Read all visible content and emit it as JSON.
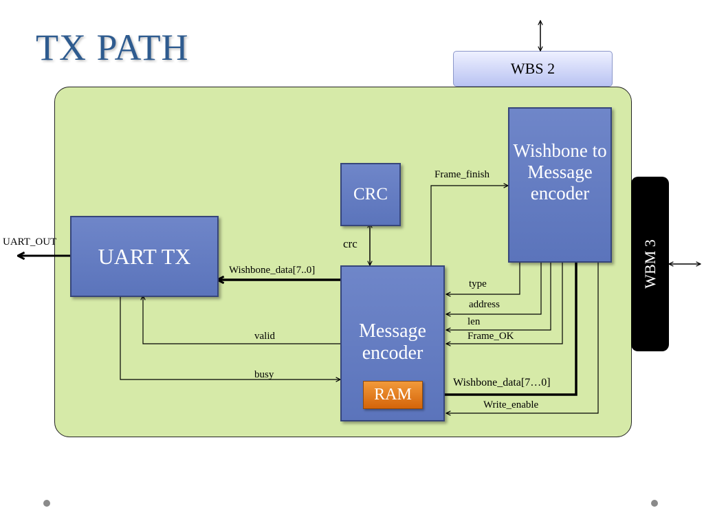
{
  "title": "TX PATH",
  "blocks": {
    "wbs2": "WBS 2",
    "wbm3": "WBM 3",
    "uart_tx": "UART TX",
    "crc": "CRC",
    "message_encoder": "Message encoder",
    "wishbone_to_message_encoder": "Wishbone to Message encoder",
    "ram": "RAM"
  },
  "signals": {
    "uart_out": "UART_OUT",
    "crc": "crc",
    "frame_finish": "Frame_finish",
    "wishbone_data_out": "Wishbone_data[7..0]",
    "valid": "valid",
    "busy": "busy",
    "type": "type",
    "address": "address",
    "len": "len",
    "frame_ok": "Frame_OK",
    "wishbone_data_in": "Wishbone_data[7…0]",
    "write_enable": "Write_enable"
  },
  "colors": {
    "title": "#2e5b8f",
    "panel": "#d6eaa8",
    "block": "#6479c0",
    "ram": "#e57a1c",
    "wbm3": "#000000"
  }
}
